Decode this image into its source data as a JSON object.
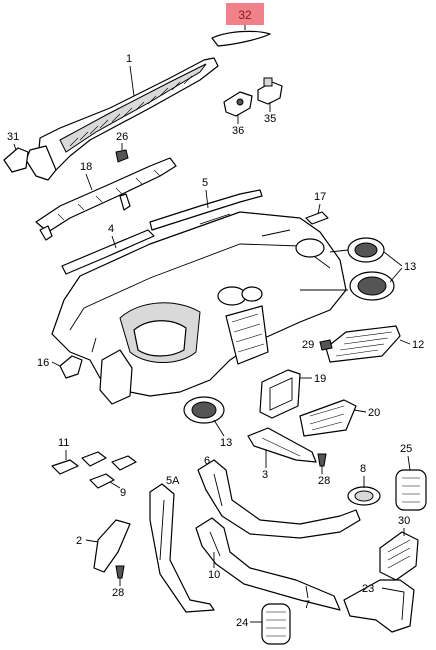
{
  "colors": {
    "highlight_fill": "#f0808a",
    "highlight_text": "#8b1a1a",
    "ink": "#000000",
    "paper": "#ffffff"
  },
  "highlighted_part": "32",
  "callouts": {
    "c1": "1",
    "c2": "2",
    "c3": "3",
    "c4": "4",
    "c5": "5",
    "c5a": "5A",
    "c6": "6",
    "c7": "7",
    "c8": "8",
    "c9": "9",
    "c10": "10",
    "c11": "11",
    "c12": "12",
    "c13a": "13",
    "c13b": "13",
    "c16": "16",
    "c17": "17",
    "c18": "18",
    "c19": "19",
    "c20": "20",
    "c23": "23",
    "c24": "24",
    "c25": "25",
    "c26": "26",
    "c28a": "28",
    "c28b": "28",
    "c29": "29",
    "c30": "30",
    "c31": "31",
    "c32": "32",
    "c35": "35",
    "c36": "36"
  }
}
